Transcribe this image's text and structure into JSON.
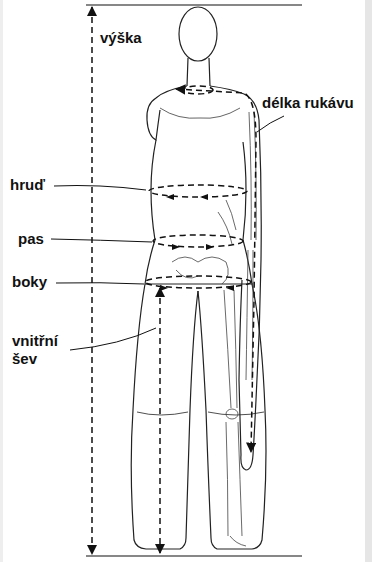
{
  "diagram": {
    "labels": [
      "výška",
      "délka rukávu",
      "hruď",
      "pas",
      "boky",
      "vnitřní šev"
    ]
  }
}
